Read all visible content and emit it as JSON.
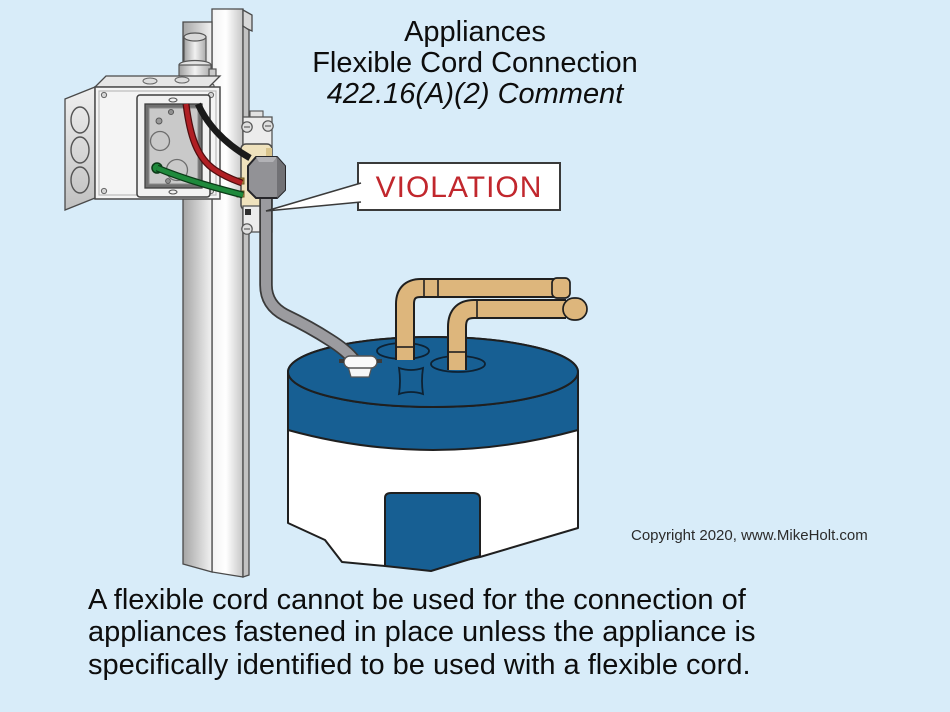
{
  "title": {
    "lines": [
      "Appliances",
      "Flexible Cord Connection",
      "422.16(A)(2) Comment"
    ]
  },
  "callout": {
    "label": "VIOLATION"
  },
  "copyright": {
    "text": "Copyright 2020, www.MikeHolt.com"
  },
  "caption": {
    "lines": [
      "A flexible cord cannot be used for the connection of",
      "appliances fastened in place unless the appliance is",
      "specifically identified to be used with a flexible cord."
    ]
  },
  "colors": {
    "background": "#D8ECF9",
    "violation_red": "#C1272D",
    "tank_blue": "#175F93",
    "pipe_tan": "#DDB67C",
    "cord_gray": "#9B9B9F",
    "wire_red": "#B01F24",
    "wire_green": "#1F8A3C",
    "wire_black": "#1A1A1A",
    "outline_dark": "#1F1F1F"
  }
}
